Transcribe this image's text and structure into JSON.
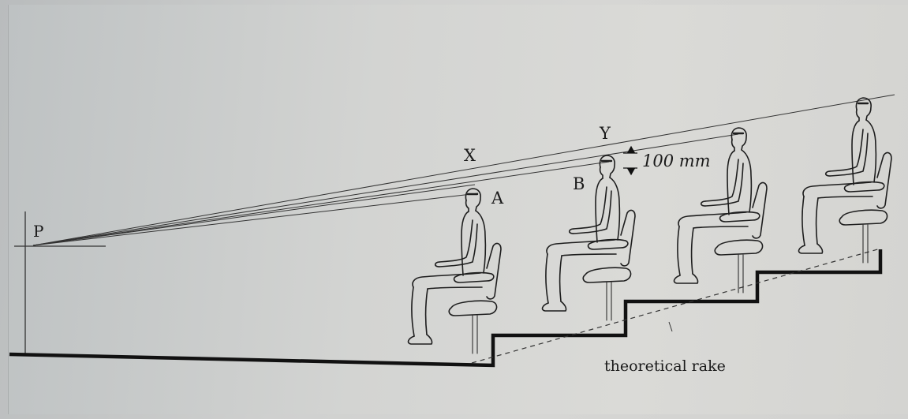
{
  "labels": {
    "point_p": "P",
    "point_x": "X",
    "point_y": "Y",
    "point_a": "A",
    "point_b": "B",
    "clearance": "100 mm",
    "rake": "theoretical rake"
  }
}
